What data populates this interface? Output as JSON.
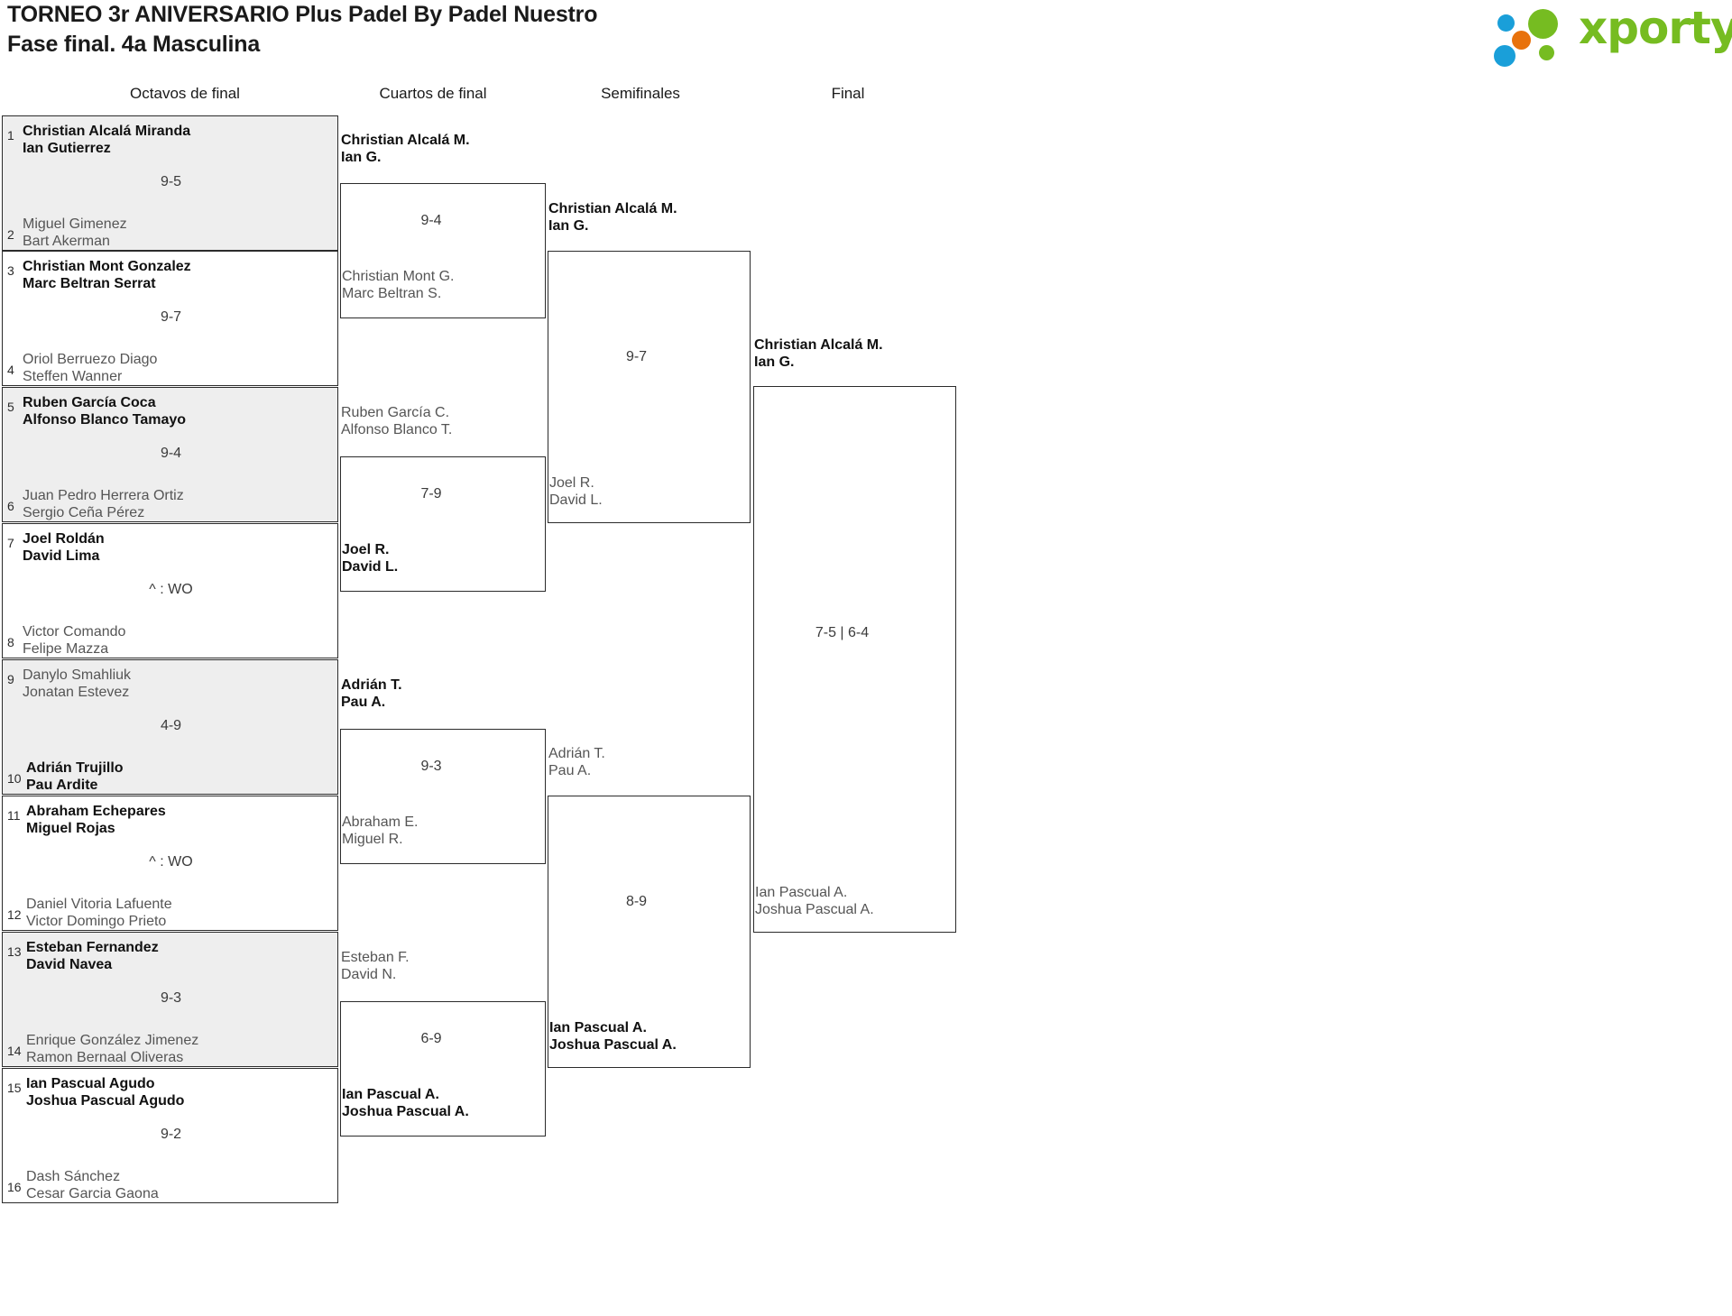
{
  "header": {
    "title": "TORNEO 3r ANIVERSARIO Plus Padel By Padel Nuestro",
    "subtitle": "Fase final. 4a Masculina",
    "logo_text": "xporty",
    "brand_green": "#76bc21",
    "brand_blue": "#1a9fd9",
    "brand_orange": "#e8720c"
  },
  "rounds": [
    {
      "label": "Octavos de final"
    },
    {
      "label": "Cuartos de final"
    },
    {
      "label": "Semifinales"
    },
    {
      "label": "Final"
    }
  ],
  "r16": [
    {
      "seed_top": "1",
      "top_p1": "Christian Alcalá Miranda",
      "top_p2": "Ian Gutierrez",
      "top_state": "win",
      "score": "9-5",
      "seed_bot": "2",
      "bot_p1": "Miguel Gimenez",
      "bot_p2": "Bart Akerman",
      "bot_state": "lose"
    },
    {
      "seed_top": "3",
      "top_p1": "Christian Mont Gonzalez",
      "top_p2": "Marc Beltran Serrat",
      "top_state": "win",
      "score": "9-7",
      "seed_bot": "4",
      "bot_p1": "Oriol Berruezo Diago",
      "bot_p2": "Steffen Wanner",
      "bot_state": "lose"
    },
    {
      "seed_top": "5",
      "top_p1": "Ruben García Coca",
      "top_p2": "Alfonso Blanco Tamayo",
      "top_state": "win",
      "score": "9-4",
      "seed_bot": "6",
      "bot_p1": "Juan Pedro Herrera Ortiz",
      "bot_p2": "Sergio Ceña Pérez",
      "bot_state": "lose"
    },
    {
      "seed_top": "7",
      "top_p1": "Joel Roldán",
      "top_p2": "David Lima",
      "top_state": "win",
      "score": "^ : WO",
      "seed_bot": "8",
      "bot_p1": "Victor Comando",
      "bot_p2": "Felipe Mazza",
      "bot_state": "lose"
    },
    {
      "seed_top": "9",
      "top_p1": "Danylo Smahliuk",
      "top_p2": "Jonatan Estevez",
      "top_state": "lose",
      "score": "4-9",
      "seed_bot": "10",
      "bot_p1": "Adrián Trujillo",
      "bot_p2": "Pau Ardite",
      "bot_state": "win"
    },
    {
      "seed_top": "11",
      "top_p1": "Abraham Echepares",
      "top_p2": "Miguel Rojas",
      "top_state": "win",
      "score": "^ : WO",
      "seed_bot": "12",
      "bot_p1": "Daniel Vitoria Lafuente",
      "bot_p2": "Victor Domingo Prieto",
      "bot_state": "lose"
    },
    {
      "seed_top": "13",
      "top_p1": "Esteban Fernandez",
      "top_p2": "David Navea",
      "top_state": "win",
      "score": "9-3",
      "seed_bot": "14",
      "bot_p1": "Enrique González Jimenez",
      "bot_p2": "Ramon Bernaal Oliveras",
      "bot_state": "lose"
    },
    {
      "seed_top": "15",
      "top_p1": "Ian Pascual Agudo",
      "top_p2": "Joshua Pascual Agudo",
      "top_state": "win",
      "score": "9-2",
      "seed_bot": "16",
      "bot_p1": "Dash Sánchez",
      "bot_p2": "Cesar Garcia Gaona",
      "bot_state": "lose"
    }
  ],
  "qf": [
    {
      "top_p1": "Christian Alcalá M.",
      "top_p2": "Ian G.",
      "top_state": "win",
      "score": "9-4",
      "bot_p1": "Christian Mont G.",
      "bot_p2": "Marc Beltran S.",
      "bot_state": "lose"
    },
    {
      "top_p1": "Ruben García C.",
      "top_p2": "Alfonso Blanco T.",
      "top_state": "lose",
      "score": "7-9",
      "bot_p1": "Joel R.",
      "bot_p2": "David L.",
      "bot_state": "win"
    },
    {
      "top_p1": "Adrián T.",
      "top_p2": "Pau A.",
      "top_state": "win",
      "score": "9-3",
      "bot_p1": "Abraham E.",
      "bot_p2": "Miguel R.",
      "bot_state": "lose"
    },
    {
      "top_p1": "Esteban F.",
      "top_p2": "David N.",
      "top_state": "lose",
      "score": "6-9",
      "bot_p1": "Ian Pascual A.",
      "bot_p2": "Joshua Pascual A.",
      "bot_state": "win"
    }
  ],
  "sf": [
    {
      "top_p1": "Christian Alcalá M.",
      "top_p2": "Ian G.",
      "top_state": "win",
      "score": "9-7",
      "bot_p1": "Joel R.",
      "bot_p2": "David L.",
      "bot_state": "lose"
    },
    {
      "top_p1": "Adrián T.",
      "top_p2": "Pau A.",
      "top_state": "lose",
      "score": "8-9",
      "bot_p1": "Ian Pascual A.",
      "bot_p2": "Joshua Pascual A.",
      "bot_state": "win"
    }
  ],
  "final": [
    {
      "top_p1": "Christian Alcalá M.",
      "top_p2": "Ian G.",
      "top_state": "win",
      "score": "7-5 | 6-4",
      "bot_p1": "Ian Pascual A.",
      "bot_p2": "Joshua Pascual A.",
      "bot_state": "lose"
    }
  ]
}
